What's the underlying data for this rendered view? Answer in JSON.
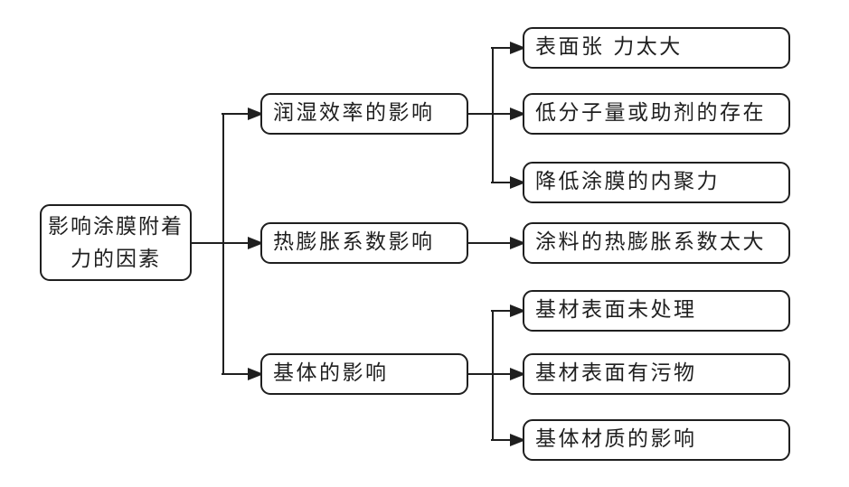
{
  "diagram": {
    "title": "影响涂膜附着力的因素",
    "root": {
      "lines": [
        "影响涂膜附着",
        "力的因素"
      ]
    },
    "branches": [
      {
        "label": "润湿效率的影响",
        "children": [
          "表面张 力太大",
          "低分子量或助剂的存在",
          "降低涂膜的内聚力"
        ]
      },
      {
        "label": "热膨胀系数影响",
        "children": [
          "涂料的热膨胀系数太大"
        ]
      },
      {
        "label": "基体的影响",
        "children": [
          "基材表面未处理",
          "基材表面有污物",
          "基体材质的影响"
        ]
      }
    ],
    "style": {
      "line_color": "#1f1f1f",
      "box_border_color": "#1f1f1f",
      "box_background": "#ffffff",
      "text_color": "#1f1f1f",
      "page_background": "#ffffff"
    }
  }
}
